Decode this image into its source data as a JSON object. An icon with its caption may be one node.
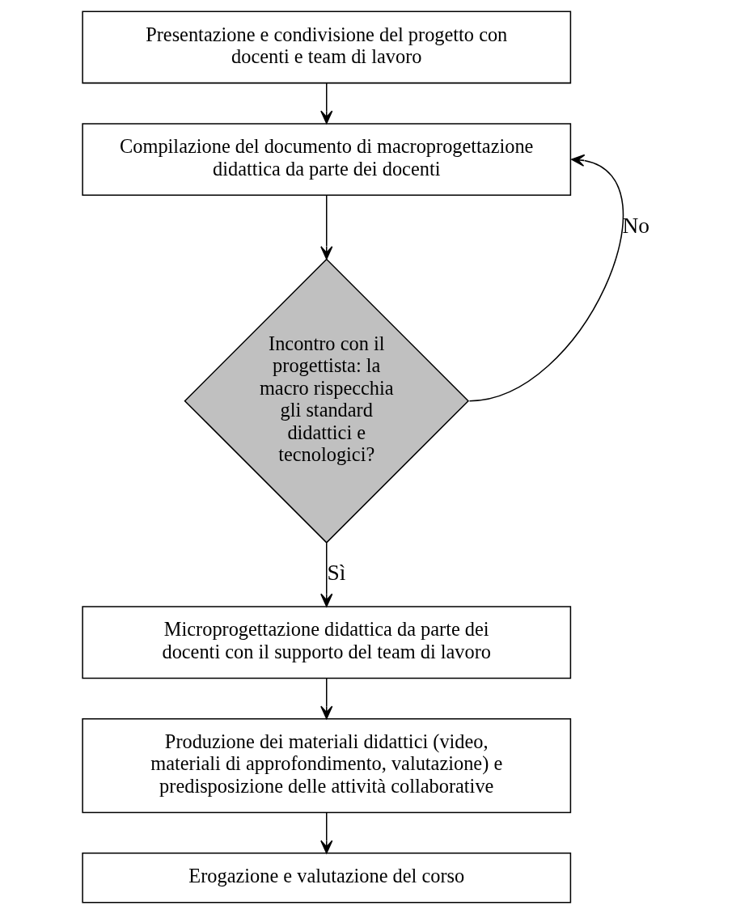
{
  "diagram": {
    "nodes": [
      {
        "text": [
          "Presentazione e condivisione del progetto con docenti e team di lavoro"
        ]
      },
      {
        "text": [
          "Compilazione del documento di macroprogettazione didattica da parte dei docenti"
        ]
      },
      {
        "text": [
          "Incontro con il progettista: la macro rispecchia gli standard didattici e tecnologici?"
        ]
      },
      {
        "text": [
          "Microprogettazione didattica da parte dei docenti con il supporto del team di lavoro"
        ]
      },
      {
        "text": [
          "Produzione dei materiali didattici (video, materiali di approfondimento, valutazione) e predisposizione delle attività collaborative"
        ]
      },
      {
        "text": [
          "Erogazione e valutazione del corso"
        ]
      }
    ],
    "edges": [
      {
        "from": 0,
        "to": 1,
        "arrow": "to"
      },
      {
        "from": 1,
        "to": 2,
        "arrow": "to"
      },
      {
        "from": 2,
        "to": 1,
        "arrow": "to",
        "label": "No"
      },
      {
        "from": 2,
        "to": 3,
        "arrow": "to",
        "label": "Sì"
      },
      {
        "from": 3,
        "to": 4,
        "arrow": "to"
      },
      {
        "from": 4,
        "to": 5,
        "arrow": "to"
      }
    ]
  }
}
